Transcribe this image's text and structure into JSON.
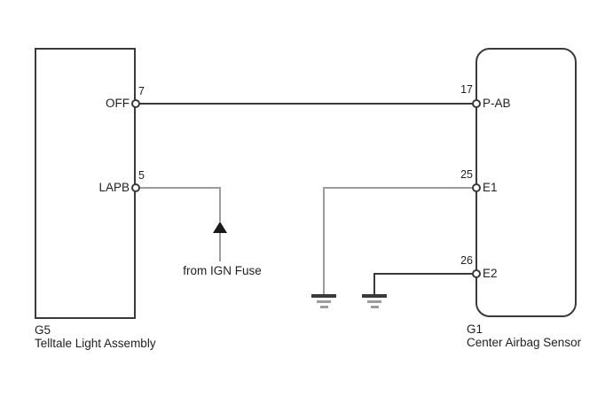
{
  "diagram": {
    "type": "wiring-diagram",
    "left_component": {
      "id": "G5",
      "name": "Telltale Light Assembly",
      "pins": [
        {
          "number": "7",
          "label": "OFF"
        },
        {
          "number": "5",
          "label": "LAPB"
        }
      ]
    },
    "right_component": {
      "id": "G1",
      "name": "Center Airbag Sensor",
      "pins": [
        {
          "number": "17",
          "label": "P-AB"
        },
        {
          "number": "25",
          "label": "E1"
        },
        {
          "number": "26",
          "label": "E2"
        }
      ]
    },
    "power_source_label": "from IGN Fuse",
    "connections": [
      {
        "from": "G5 pin 7 OFF",
        "to": "G1 pin 17 P-AB",
        "wire_color": "#3a3a3a"
      },
      {
        "from": "G5 pin 5 LAPB",
        "to": "from IGN Fuse",
        "wire_color": "#9c9c9c"
      },
      {
        "from": "G1 pin 25 E1",
        "to": "ground",
        "wire_color": "#9c9c9c"
      },
      {
        "from": "G1 pin 26 E2",
        "to": "ground",
        "wire_color": "#3a3a3a"
      }
    ],
    "colors": {
      "background": "#ffffff",
      "signal_wire": "#3a3a3a",
      "secondary_wire": "#9c9c9c",
      "text": "#1f1f1f"
    }
  }
}
